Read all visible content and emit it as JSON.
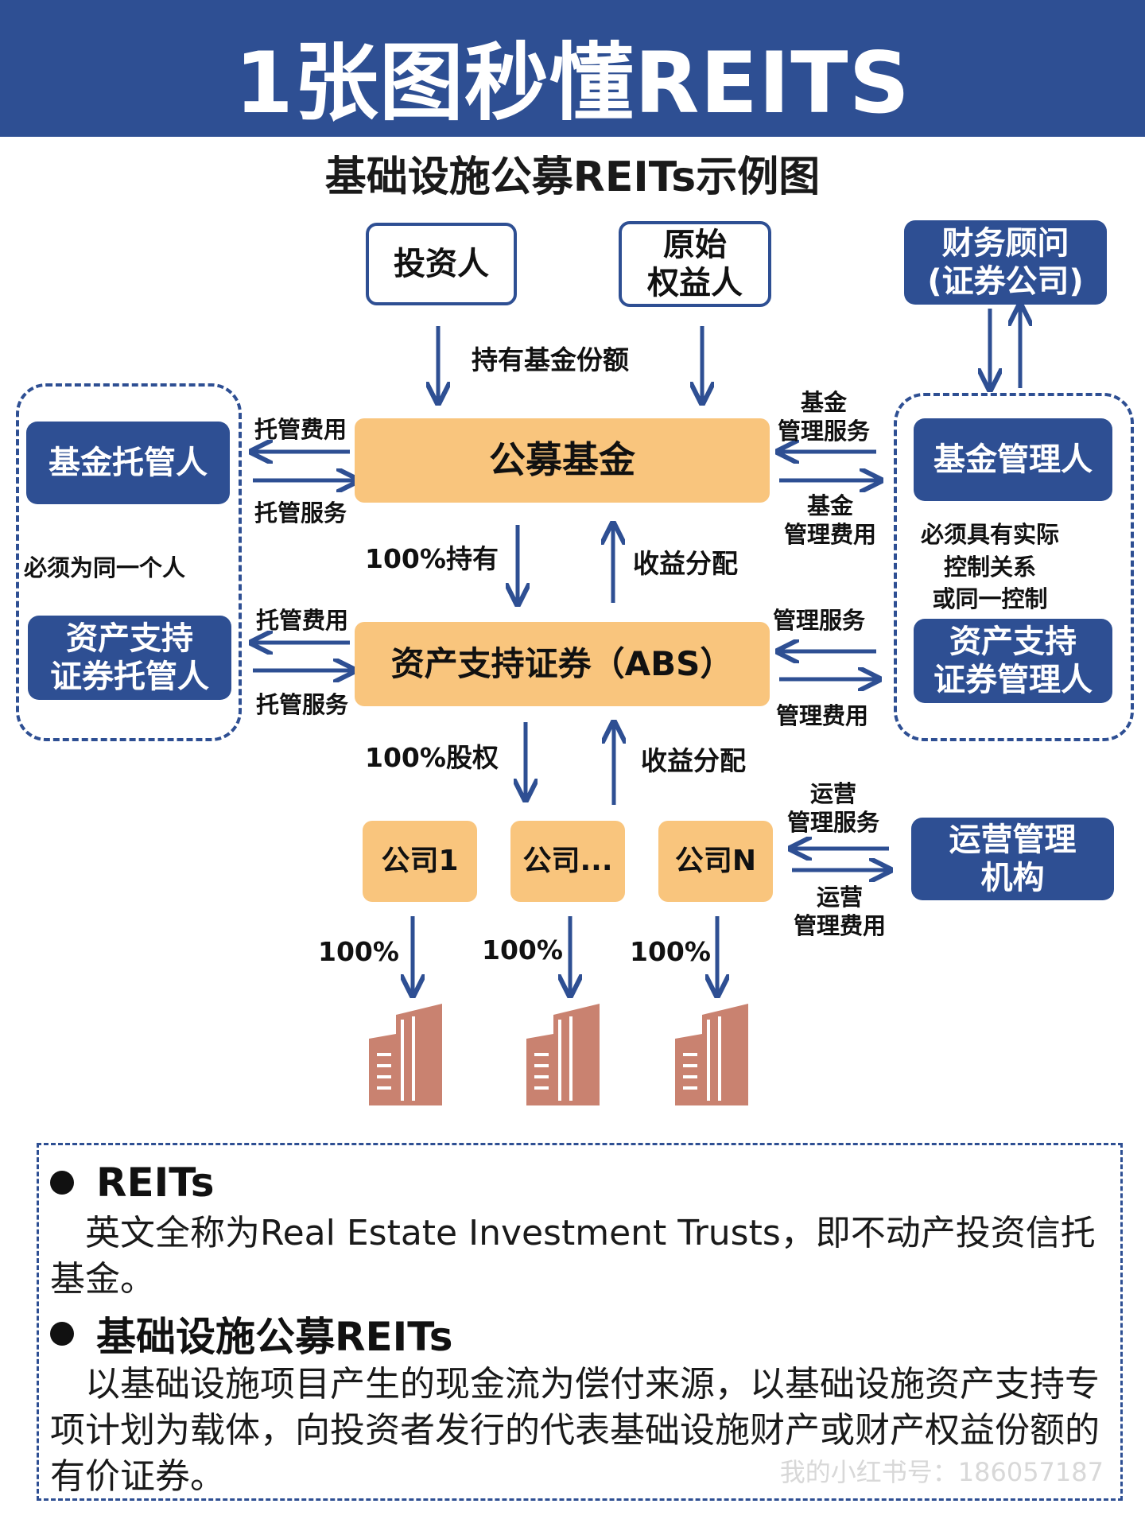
{
  "header": {
    "title": "1张图秒懂REITS"
  },
  "diagram": {
    "title": "基础设施公募REITs示例图",
    "boxes": {
      "investor": "投资人",
      "original_owner": "原始\n权益人",
      "financial_advisor": "财务顾问\n(证券公司)",
      "fund_custodian": "基金托管人",
      "public_fund": "公募基金",
      "fund_manager": "基金管理人",
      "abs_custodian": "资产支持\n证券托管人",
      "abs": "资产支持证券（ABS）",
      "abs_manager": "资产支持\n证券管理人",
      "company_1": "公司1",
      "company_mid": "公司...",
      "company_n": "公司N",
      "operator": "运营管理\n机构"
    },
    "labels": {
      "hold_fund_shares": "持有基金份额",
      "custody_fee_1": "托管费用",
      "custody_service_1": "托管服务",
      "fund_mgmt_service": "基金\n管理服务",
      "fund_mgmt_fee": "基金\n管理费用",
      "hold_100": "100%持有",
      "income_dist_1": "收益分配",
      "same_person": "必须为同一个人",
      "actual_control": "必须具有实际\n控制关系\n或同一控制",
      "custody_fee_2": "托管费用",
      "custody_service_2": "托管服务",
      "mgmt_service": "管理服务",
      "mgmt_fee": "管理费用",
      "equity_100": "100%股权",
      "income_dist_2": "收益分配",
      "ops_mgmt_service": "运营\n管理服务",
      "ops_mgmt_fee": "运营\n管理费用",
      "pct_1": "100%",
      "pct_2": "100%",
      "pct_3": "100%"
    }
  },
  "notes": {
    "reits_heading": "REITs",
    "reits_text": "英文全称为Real Estate Investment Trusts，即不动产投资信托基金。",
    "infra_heading": "基础设施公募REITs",
    "infra_text": "以基础设施项目产生的现金流为偿付来源，以基础设施资产支持专项计划为载体，向投资者发行的代表基础设施财产或财产权益份额的有价证券。"
  },
  "watermark": "我的小红书号：186057187",
  "colors": {
    "navy": "#2e4f93",
    "orange": "#f9c57d",
    "building": "#c98270"
  },
  "icons": [
    "building-icon",
    "arrow-icon"
  ]
}
